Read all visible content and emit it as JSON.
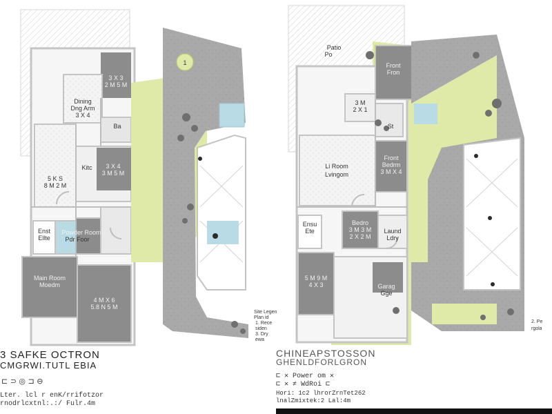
{
  "colors": {
    "floor_light": "#eeeeee",
    "wall": "#cfcfcf",
    "room_dark": "#8c8c8c",
    "paving": "#a9a9a9",
    "lawn": "#dfe9a8",
    "water": "#b9dbe6",
    "plant": "#6f6f6f"
  },
  "plan_a": {
    "title_line1": "3 SAFKE OCTRON",
    "title_line2": "CMGRWI.TUTL EBIA",
    "meta_line1": "Lter. lcl r enK/rrifotzor",
    "meta_line2": "rnodrlcxtnl:.:/ Fulr.4m",
    "icon_row": "⊏ ⊃ ◎ ⊐ ⊖",
    "rooms": [
      {
        "id": "bed1",
        "lines": [
          "3 X 3",
          "2 M 5 M"
        ]
      },
      {
        "id": "dining",
        "lines": [
          "Dining",
          "Dng Arm",
          "3 X 4"
        ]
      },
      {
        "id": "bath",
        "lines": [
          "Ba"
        ]
      },
      {
        "id": "kitchen",
        "lines": [
          "5 K S",
          "8 M 2 M"
        ]
      },
      {
        "id": "study",
        "lines": [
          "Kitc",
          "3 X 4",
          "3 M 5 M"
        ]
      },
      {
        "id": "ensuite",
        "lines": [
          "Enst",
          "Ellte"
        ]
      },
      {
        "id": "powder",
        "lines": [
          "Powder Room",
          "Pdr Foor"
        ]
      },
      {
        "id": "main_room",
        "lines": [
          "Main Room",
          "Moedm"
        ]
      },
      {
        "id": "garage",
        "lines": [
          "4 M X 6",
          "5.8 N 5 M"
        ]
      }
    ]
  },
  "plan_b": {
    "title_line1": "CHINEAPSTOSSON",
    "title_line2": "GHENLDFORLGRON",
    "meta_line1": "⊏ ✕ Power om ✕",
    "meta_line2": "⊏ ✕ ≠ WdRoi ⊏",
    "meta_line3": "Hori: 1c2 lhrorZrnTet262",
    "meta_line4": "lnalZmixtek:2 Lal:4m",
    "rooms": [
      {
        "id": "patio",
        "lines": [
          "Patio",
          "Po"
        ]
      },
      {
        "id": "front",
        "lines": [
          "Front",
          "Fron"
        ]
      },
      {
        "id": "wc",
        "lines": [
          "3 M",
          "2 X 1"
        ]
      },
      {
        "id": "store",
        "lines": [
          "St"
        ]
      },
      {
        "id": "living",
        "lines": [
          "Li Room",
          "Lvingom"
        ]
      },
      {
        "id": "bedroom",
        "lines": [
          "Front",
          "Bedrm",
          "3 M X 4"
        ]
      },
      {
        "id": "ensuite_b",
        "lines": [
          "Ensu",
          "Ete"
        ]
      },
      {
        "id": "bedroom2",
        "lines": [
          "Bedro",
          "3 M 3 M",
          "2 X 2 M"
        ]
      },
      {
        "id": "laundry",
        "lines": [
          "Laund",
          "Ldry"
        ]
      },
      {
        "id": "store2",
        "lines": [
          "5 M 9 M",
          "4 X 3"
        ]
      },
      {
        "id": "garage_b",
        "lines": [
          "Garag",
          "Gge"
        ]
      }
    ]
  },
  "site_legend": {
    "title_1": "Site Legen",
    "title_2": "Plan id",
    "items": [
      "1. Rece",
      "siden",
      "3. Dry",
      "ewa"
    ]
  },
  "site_marker_1": "1",
  "right_legend": [
    "2. Pe",
    "rgola"
  ]
}
